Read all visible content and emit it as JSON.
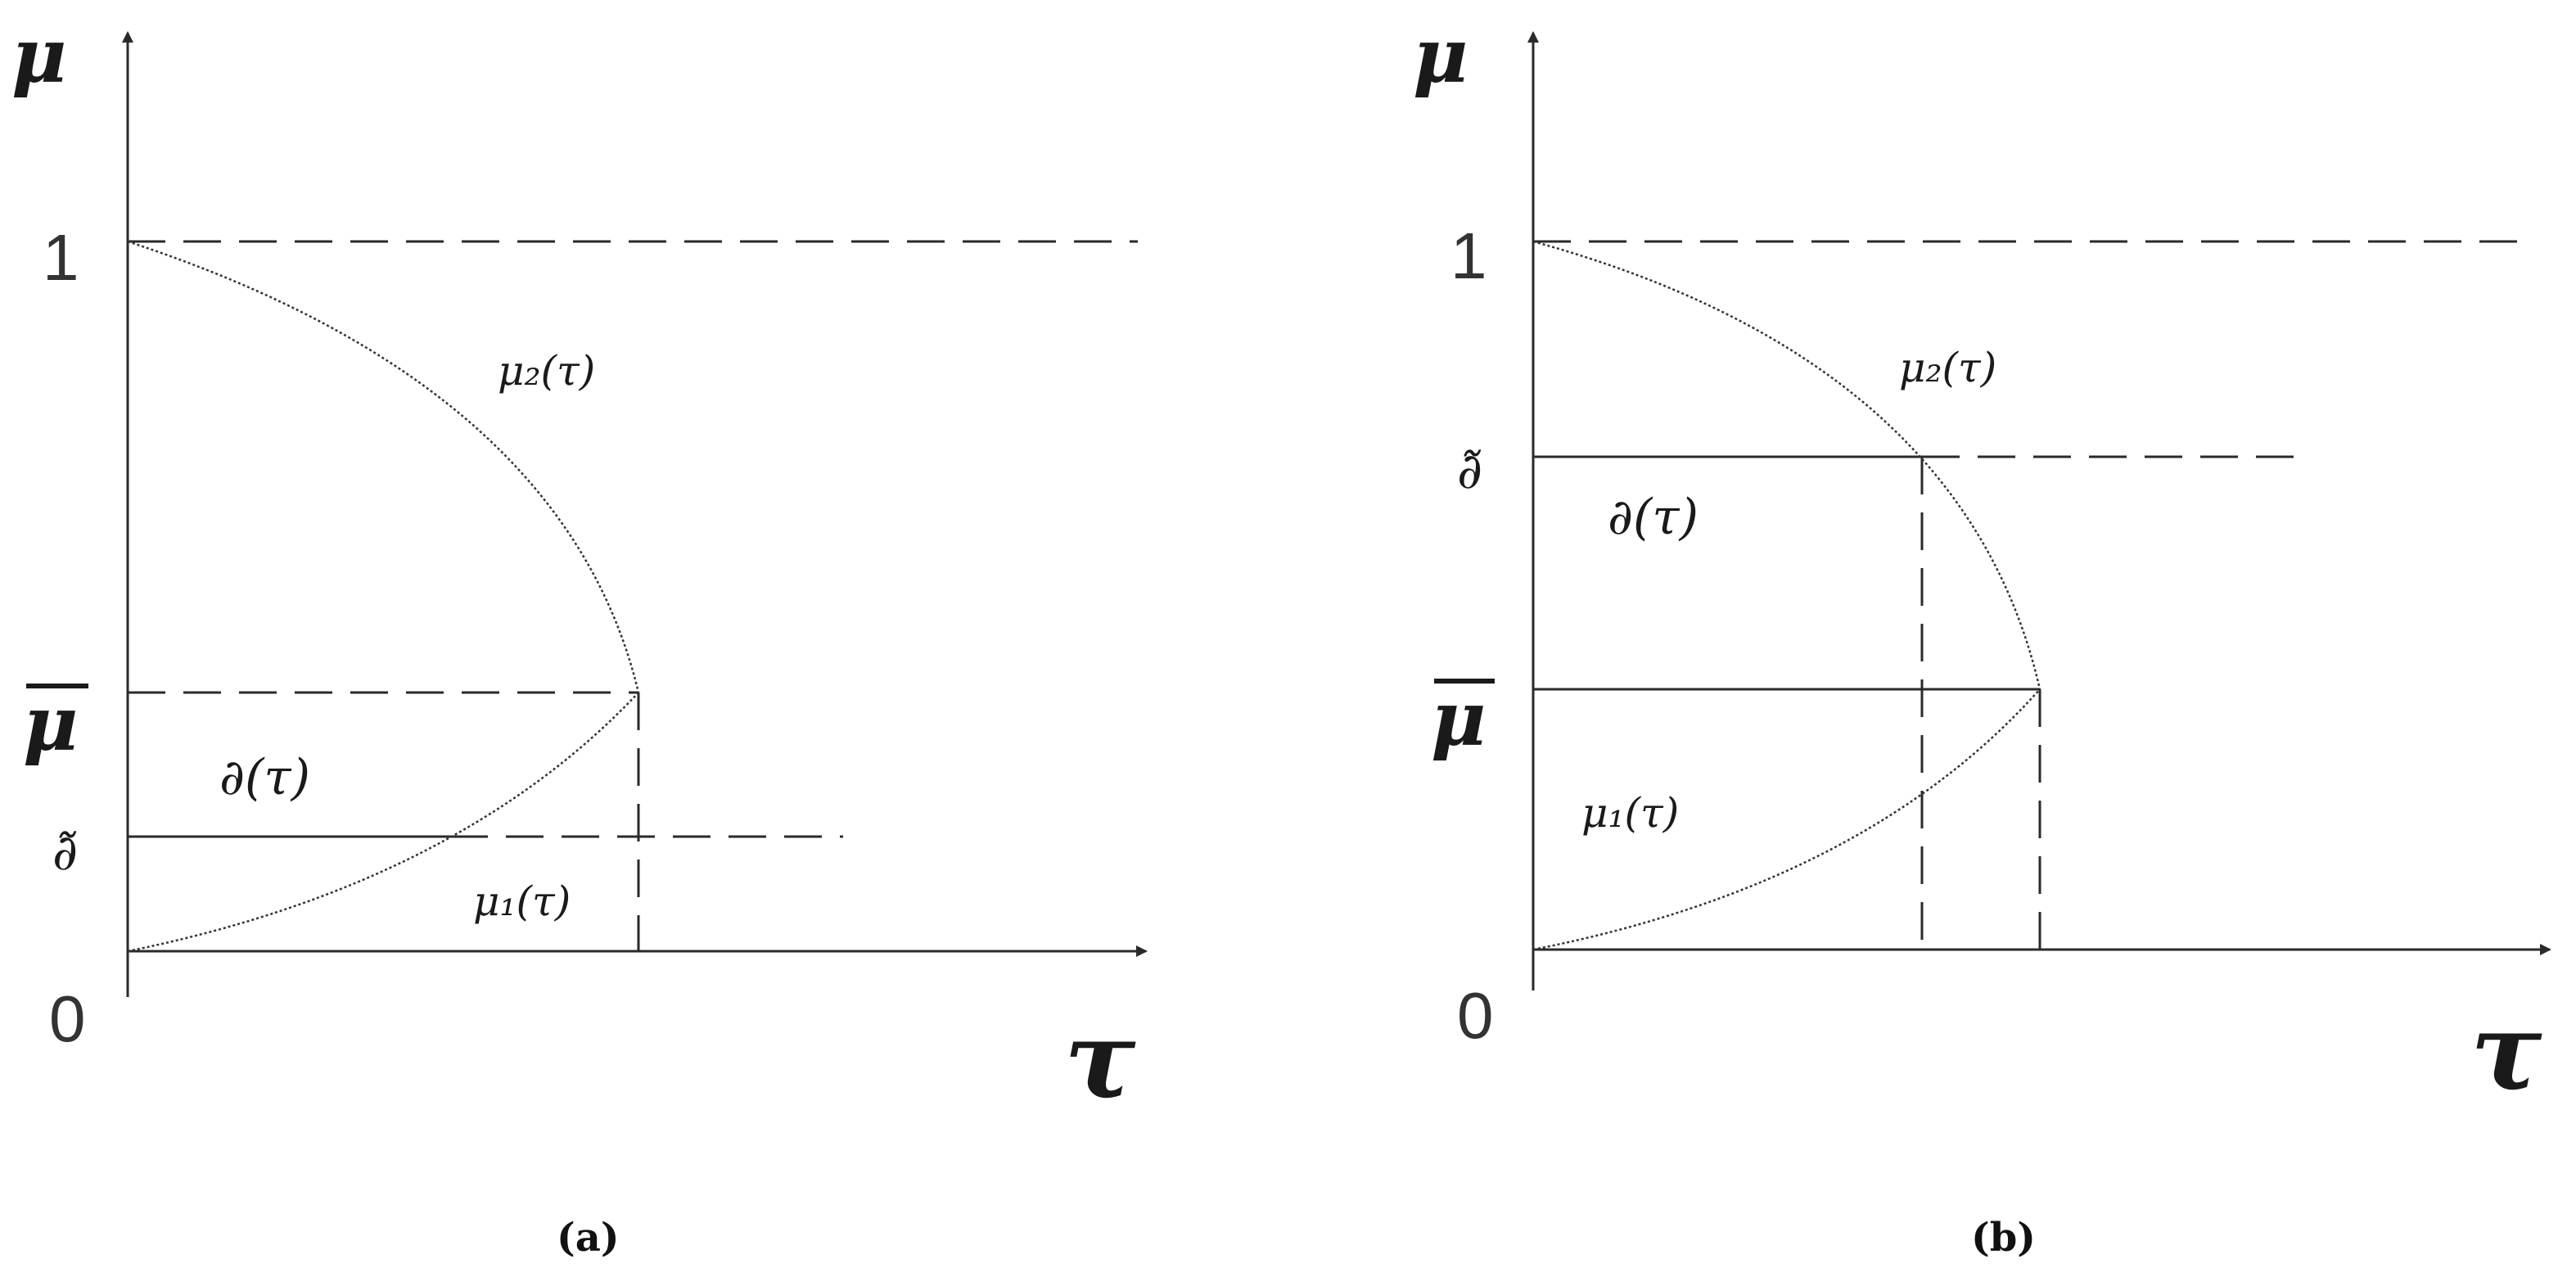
{
  "panel_a": {
    "y_axis_label": "μ",
    "x_axis_label": "τ",
    "tick_one": "1",
    "tick_zero": "0",
    "tick_mubar": "μ",
    "tick_dtilde": "∂̃",
    "curve_mu2_label": "μ₂(τ)",
    "curve_mu1_label": "μ₁(τ)",
    "region_label": "∂(τ)",
    "caption": "(a)"
  },
  "panel_b": {
    "y_axis_label": "μ",
    "x_axis_label": "τ",
    "tick_one": "1",
    "tick_zero": "0",
    "tick_mubar": "μ",
    "tick_dtilde": "∂̃",
    "curve_mu2_label": "μ₂(τ)",
    "curve_mu1_label": "μ₁(τ)",
    "region_label": "∂(τ)",
    "caption": "(b)"
  }
}
